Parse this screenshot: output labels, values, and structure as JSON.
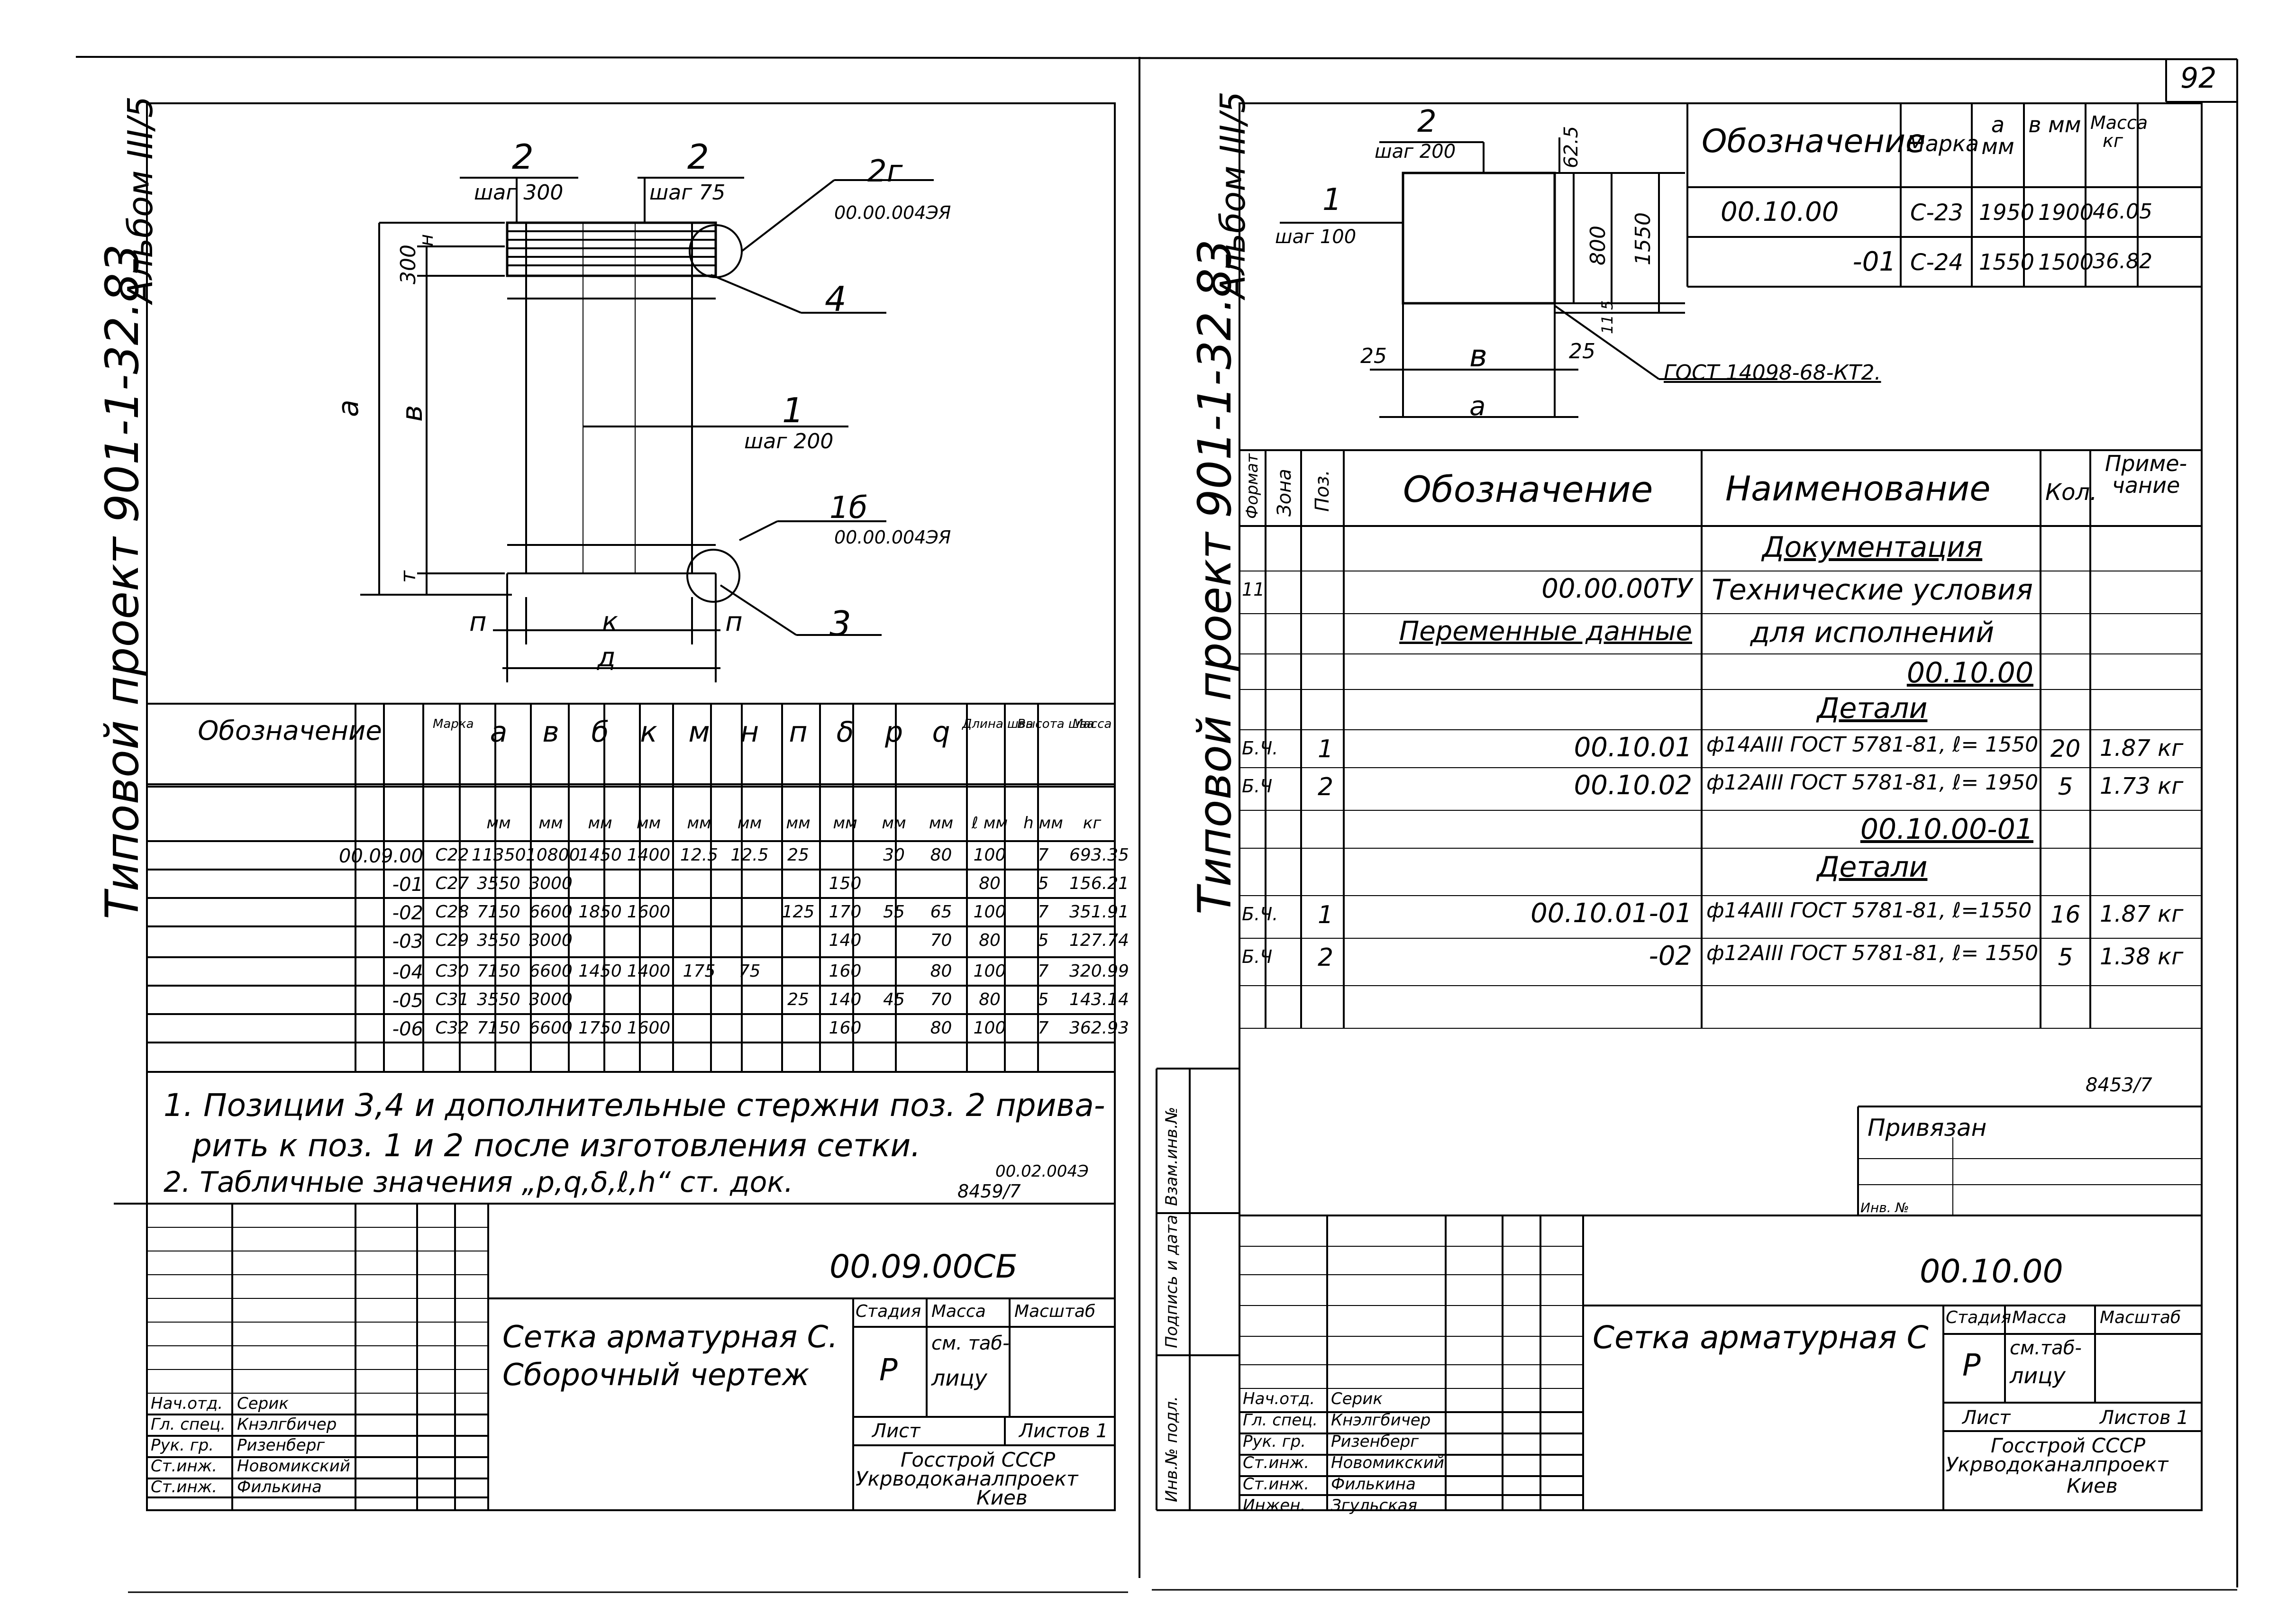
{
  "page_number": "92",
  "left": {
    "side_album": "Альбом III/5",
    "side_project": "Типовой проект 901-1-32.83",
    "diagram": {
      "pos2a": "2",
      "step300": "шаг 300",
      "pos2b": "2",
      "step75": "шаг 75",
      "pos2g": "2г",
      "ref2g": "00.00.004ЭЯ",
      "pos4": "4",
      "pos1": "1",
      "step200": "шаг 200",
      "pos1b": "1б",
      "ref1b": "00.00.004ЭЯ",
      "pos3": "3",
      "h": "н",
      "d300": "300",
      "a": "а",
      "b": "в",
      "m": "т",
      "p1": "п",
      "k": "к",
      "p2": "п",
      "d": "д"
    },
    "table": {
      "headers": [
        {
          "main": "Обозначение",
          "unit": ""
        },
        {
          "main": "Марка",
          "unit": ""
        },
        {
          "main": "а",
          "unit": "мм"
        },
        {
          "main": "в",
          "unit": "мм"
        },
        {
          "main": "б",
          "unit": "мм"
        },
        {
          "main": "к",
          "unit": "мм"
        },
        {
          "main": "м",
          "unit": "мм"
        },
        {
          "main": "н",
          "unit": "мм"
        },
        {
          "main": "п",
          "unit": "мм"
        },
        {
          "main": "δ",
          "unit": "мм"
        },
        {
          "main": "р",
          "unit": "мм"
        },
        {
          "main": "q",
          "unit": "мм"
        },
        {
          "main": "Длина шва",
          "unit": "ℓ мм"
        },
        {
          "main": "Высота шва",
          "unit": "h мм"
        },
        {
          "main": "Масса",
          "unit": "кг"
        }
      ],
      "rows": [
        [
          "00.09.00",
          "С22",
          "11350",
          "10800",
          "1450",
          "1400",
          "12.5",
          "12.5",
          "25",
          "",
          "30",
          "80",
          "100",
          "7",
          "693.35"
        ],
        [
          "-01",
          "С27",
          "3550",
          "3000",
          "",
          "",
          "",
          "",
          "",
          "150",
          "",
          "",
          "80",
          "5",
          "156.21"
        ],
        [
          "-02",
          "С28",
          "7150",
          "6600",
          "1850",
          "1600",
          "",
          "",
          "125",
          "170",
          "55",
          "65",
          "100",
          "7",
          "351.91"
        ],
        [
          "-03",
          "С29",
          "3550",
          "3000",
          "",
          "",
          "",
          "",
          "",
          "140",
          "",
          "70",
          "80",
          "5",
          "127.74"
        ],
        [
          "-04",
          "С30",
          "7150",
          "6600",
          "1450",
          "1400",
          "175",
          "75",
          "",
          "160",
          "",
          "80",
          "100",
          "7",
          "320.99"
        ],
        [
          "-05",
          "С31",
          "3550",
          "3000",
          "",
          "",
          "",
          "",
          "25",
          "140",
          "45",
          "70",
          "80",
          "5",
          "143.14"
        ],
        [
          "-06",
          "С32",
          "7150",
          "6600",
          "1750",
          "1600",
          "",
          "",
          "",
          "160",
          "",
          "80",
          "100",
          "7",
          "362.93"
        ]
      ]
    },
    "notes": [
      "1. Позиции 3,4 и дополнительные стержни поз. 2 привa-",
      "рить к поз. 1 и 2 после изготовления сетки.",
      "2. Табличные значения „р,q,δ,ℓ,h“ ст. док."
    ],
    "note_ref": "00.02.004Э",
    "note_num": "8459/7",
    "stamp": {
      "code": "00.09.00СБ",
      "title1": "Сетка арматурная С.",
      "title2": "Сборочный чертеж",
      "stage_h": "Стадия",
      "mass_h": "Масса",
      "scale_h": "Масштаб",
      "stage": "Р",
      "mass1": "см. таб-",
      "mass2": "лицу",
      "sheet": "Лист",
      "sheets": "Листов 1",
      "org1": "Госстрой СССР",
      "org2": "Укрводоканалпроект",
      "org3": "Киев",
      "people": [
        [
          "Нач.отд.",
          "Серик"
        ],
        [
          "Гл. спец.",
          "Кнэлгбичер"
        ],
        [
          "Рук. гр.",
          "Ризенберг"
        ],
        [
          "Ст.инж.",
          "Новомикский"
        ],
        [
          "Ст.инж.",
          "Филькина"
        ]
      ]
    }
  },
  "right": {
    "side_album": "Альбом III/5",
    "side_project": "Типовой проект 901-1-32.83",
    "diagram": {
      "pos2": "2",
      "step200": "шаг 200",
      "pos1": "1",
      "step100": "шаг 100",
      "d625": "62.5",
      "d800": "800",
      "d1550": "1550",
      "d25a": "25",
      "d25b": "25",
      "d115": "11.5",
      "b": "в",
      "a": "а",
      "gost": "ГОСТ 14098-68-КТ2."
    },
    "top_table": {
      "headers": [
        "Обозначение",
        "Марка",
        "а мм",
        "в мм",
        "Масса кг"
      ],
      "rows": [
        [
          "00.10.00",
          "С-23",
          "1950",
          "1900",
          "46.05"
        ],
        [
          "-01",
          "С-24",
          "1550",
          "1500",
          "36.82"
        ]
      ]
    },
    "spec": {
      "headers": [
        "Формат",
        "Зона",
        "Поз.",
        "Обозначение",
        "Наименование",
        "Кол.",
        "Приме- чание"
      ],
      "rows": [
        {
          "f": "",
          "z": "",
          "p": "",
          "d": "",
          "n": "Документация",
          "k": "",
          "pr": "",
          "u": true
        },
        {
          "f": "11",
          "z": "",
          "p": "",
          "d": "00.00.00ТУ",
          "n": "Технические условия",
          "k": "",
          "pr": ""
        },
        {
          "f": "",
          "z": "",
          "p": "",
          "d": "Переменные данные",
          "n": "для исполнений",
          "k": "",
          "pr": "",
          "du": true
        },
        {
          "f": "",
          "z": "",
          "p": "",
          "d": "",
          "n": "00.10.00",
          "k": "",
          "pr": "",
          "u": true
        },
        {
          "f": "",
          "z": "",
          "p": "",
          "d": "",
          "n": "Детали",
          "k": "",
          "pr": "",
          "u": true
        },
        {
          "f": "Б.Ч.",
          "z": "",
          "p": "1",
          "d": "00.10.01",
          "n": "ф14АIII ГОСТ 5781-81, ℓ= 1550",
          "k": "20",
          "pr": "1.87 кг"
        },
        {
          "f": "Б.Ч",
          "z": "",
          "p": "2",
          "d": "00.10.02",
          "n": "ф12АIII ГОСТ 5781-81, ℓ= 1950",
          "k": "5",
          "pr": "1.73 кг"
        },
        {
          "f": "",
          "z": "",
          "p": "",
          "d": "",
          "n": "00.10.00-01",
          "k": "",
          "pr": "",
          "u": true
        },
        {
          "f": "",
          "z": "",
          "p": "",
          "d": "",
          "n": "Детали",
          "k": "",
          "pr": "",
          "u": true
        },
        {
          "f": "Б.Ч.",
          "z": "",
          "p": "1",
          "d": "00.10.01-01",
          "n": "ф14АIII ГОСТ 5781-81, ℓ=1550",
          "k": "16",
          "pr": "1.87 кг"
        },
        {
          "f": "Б.Ч",
          "z": "",
          "p": "2",
          "d": "-02",
          "n": "ф12АIII ГОСТ 5781-81, ℓ= 1550",
          "k": "5",
          "pr": "1.38 кг"
        }
      ]
    },
    "num": "8453/7",
    "privyazan": "Привязан",
    "inv": "Инв. №",
    "side_labels": [
      "Инв.№ подл.",
      "Подпись и дата",
      "Взам.инв.№"
    ],
    "stamp": {
      "code": "00.10.00",
      "title": "Сетка арматурная С",
      "stage_h": "Стадия",
      "mass_h": "Масса",
      "scale_h": "Масштаб",
      "stage": "Р",
      "mass1": "см.таб-",
      "mass2": "лицу",
      "sheet": "Лист",
      "sheets": "Листов 1",
      "org1": "Госстрой СССР",
      "org2": "Укрводоканалпроект",
      "org3": "Киев",
      "people": [
        [
          "Нач.отд.",
          "Серик"
        ],
        [
          "Гл. спец.",
          "Кнэлгбичер"
        ],
        [
          "Рук. гр.",
          "Ризенберг"
        ],
        [
          "Ст.инж.",
          "Новомикский"
        ],
        [
          "Ст.инж.",
          "Филькина"
        ],
        [
          "Инжен.",
          "Згульская"
        ]
      ]
    }
  }
}
